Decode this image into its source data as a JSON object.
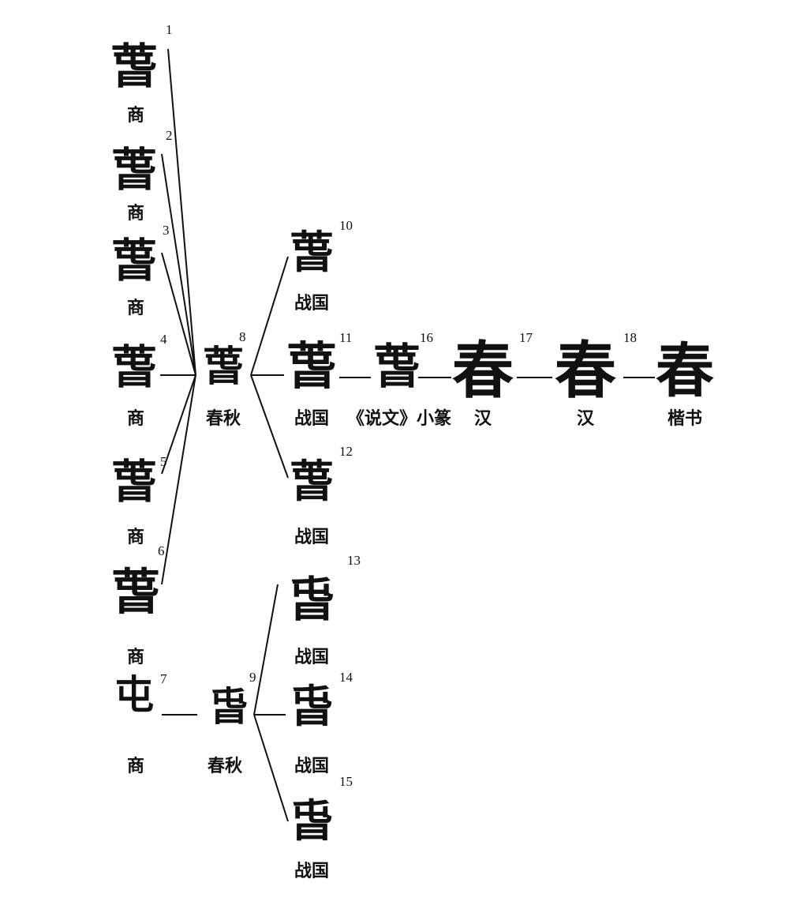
{
  "title": "春 character evolution",
  "nodes": [
    {
      "num": "1",
      "glyph": "萅",
      "period": "商"
    },
    {
      "num": "2",
      "glyph": "萅",
      "period": "商"
    },
    {
      "num": "3",
      "glyph": "萅",
      "period": "商"
    },
    {
      "num": "4",
      "glyph": "萅",
      "period": "商"
    },
    {
      "num": "5",
      "glyph": "萅",
      "period": "商"
    },
    {
      "num": "6",
      "glyph": "萅",
      "period": "商"
    },
    {
      "num": "7",
      "glyph": "屯",
      "period": "商"
    },
    {
      "num": "8",
      "glyph": "萅",
      "period": "春秋"
    },
    {
      "num": "9",
      "glyph": "旾",
      "period": "春秋"
    },
    {
      "num": "10",
      "glyph": "萅",
      "period": "战国"
    },
    {
      "num": "11",
      "glyph": "萅",
      "period": "战国"
    },
    {
      "num": "12",
      "glyph": "萅",
      "period": "战国"
    },
    {
      "num": "13",
      "glyph": "旾",
      "period": "战国"
    },
    {
      "num": "14",
      "glyph": "旾",
      "period": "战国"
    },
    {
      "num": "15",
      "glyph": "旾",
      "period": "战国"
    },
    {
      "num": "16",
      "glyph": "萅",
      "period": "《说文》小篆"
    },
    {
      "num": "17",
      "glyph": "春",
      "period": "汉"
    },
    {
      "num": "18",
      "glyph": "春",
      "period": "汉"
    },
    {
      "num": "",
      "glyph": "春",
      "period": "楷书"
    }
  ]
}
